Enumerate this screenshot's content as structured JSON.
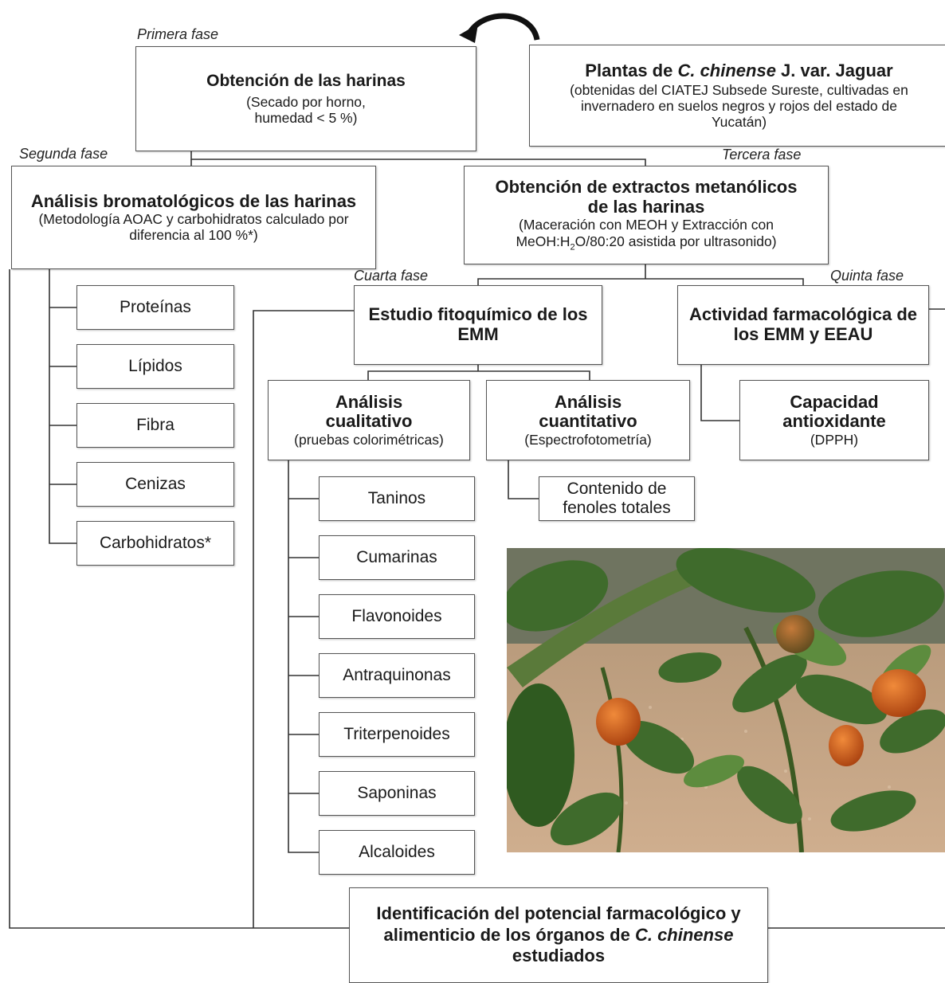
{
  "phases": {
    "first": "Primera fase",
    "second": "Segunda fase",
    "third": "Tercera fase",
    "fourth": "Cuarta fase",
    "fifth": "Quinta fase"
  },
  "plants": {
    "title_a": "Plantas de ",
    "title_italic": "C. chinense",
    "title_b": " J. var. Jaguar",
    "sub": "(obtenidas del CIATEJ Subsede Sureste, cultivadas en invernadero en suelos negros y rojos del estado de Yucatán)"
  },
  "flours": {
    "title": "Obtención de las harinas",
    "sub": "(Secado por horno, humedad < 5 %)"
  },
  "broma": {
    "title": "Análisis bromatológicos de las harinas",
    "sub": "(Metodología AOAC y carbohidratos calculado por diferencia al 100 %*)"
  },
  "extracts": {
    "title": "Obtención de extractos metanólicos de las harinas",
    "sub_line1": "(Maceración con MEOH y Extracción con",
    "sub_a": "MeOH:H",
    "sub_sub": "2",
    "sub_b": "O/80:20 asistida por ultrasonido)"
  },
  "broma_items": [
    "Proteínas",
    "Lípidos",
    "Fibra",
    "Cenizas",
    "Carbohidratos*"
  ],
  "phyto": {
    "title": "Estudio fitoquímico de los EMM"
  },
  "pharma": {
    "title": "Actividad farmacológica de los EMM y EEAU"
  },
  "qual": {
    "title": "Análisis cualitativo",
    "sub": "(pruebas colorimétricas)"
  },
  "quant": {
    "title": "Análisis cuantitativo",
    "sub": "(Espectrofotometría)"
  },
  "antiox": {
    "title": "Capacidad antioxidante",
    "sub": "(DPPH)"
  },
  "phenols": {
    "label": "Contenido de fenoles totales"
  },
  "qual_items": [
    "Taninos",
    "Cumarinas",
    "Flavonoides",
    "Antraquinonas",
    "Triterpenoides",
    "Saponinas",
    "Alcaloides"
  ],
  "final": {
    "title_a": "Identificación del potencial farmacológico y alimenticio de los órganos de ",
    "title_italic": "C. chinense",
    "title_b": " estudiados"
  },
  "colors": {
    "line": "#333333",
    "border": "#555555",
    "soil": "#c9a98a",
    "leaf": "#3f6b2c",
    "pepper": "#c95a1e"
  }
}
